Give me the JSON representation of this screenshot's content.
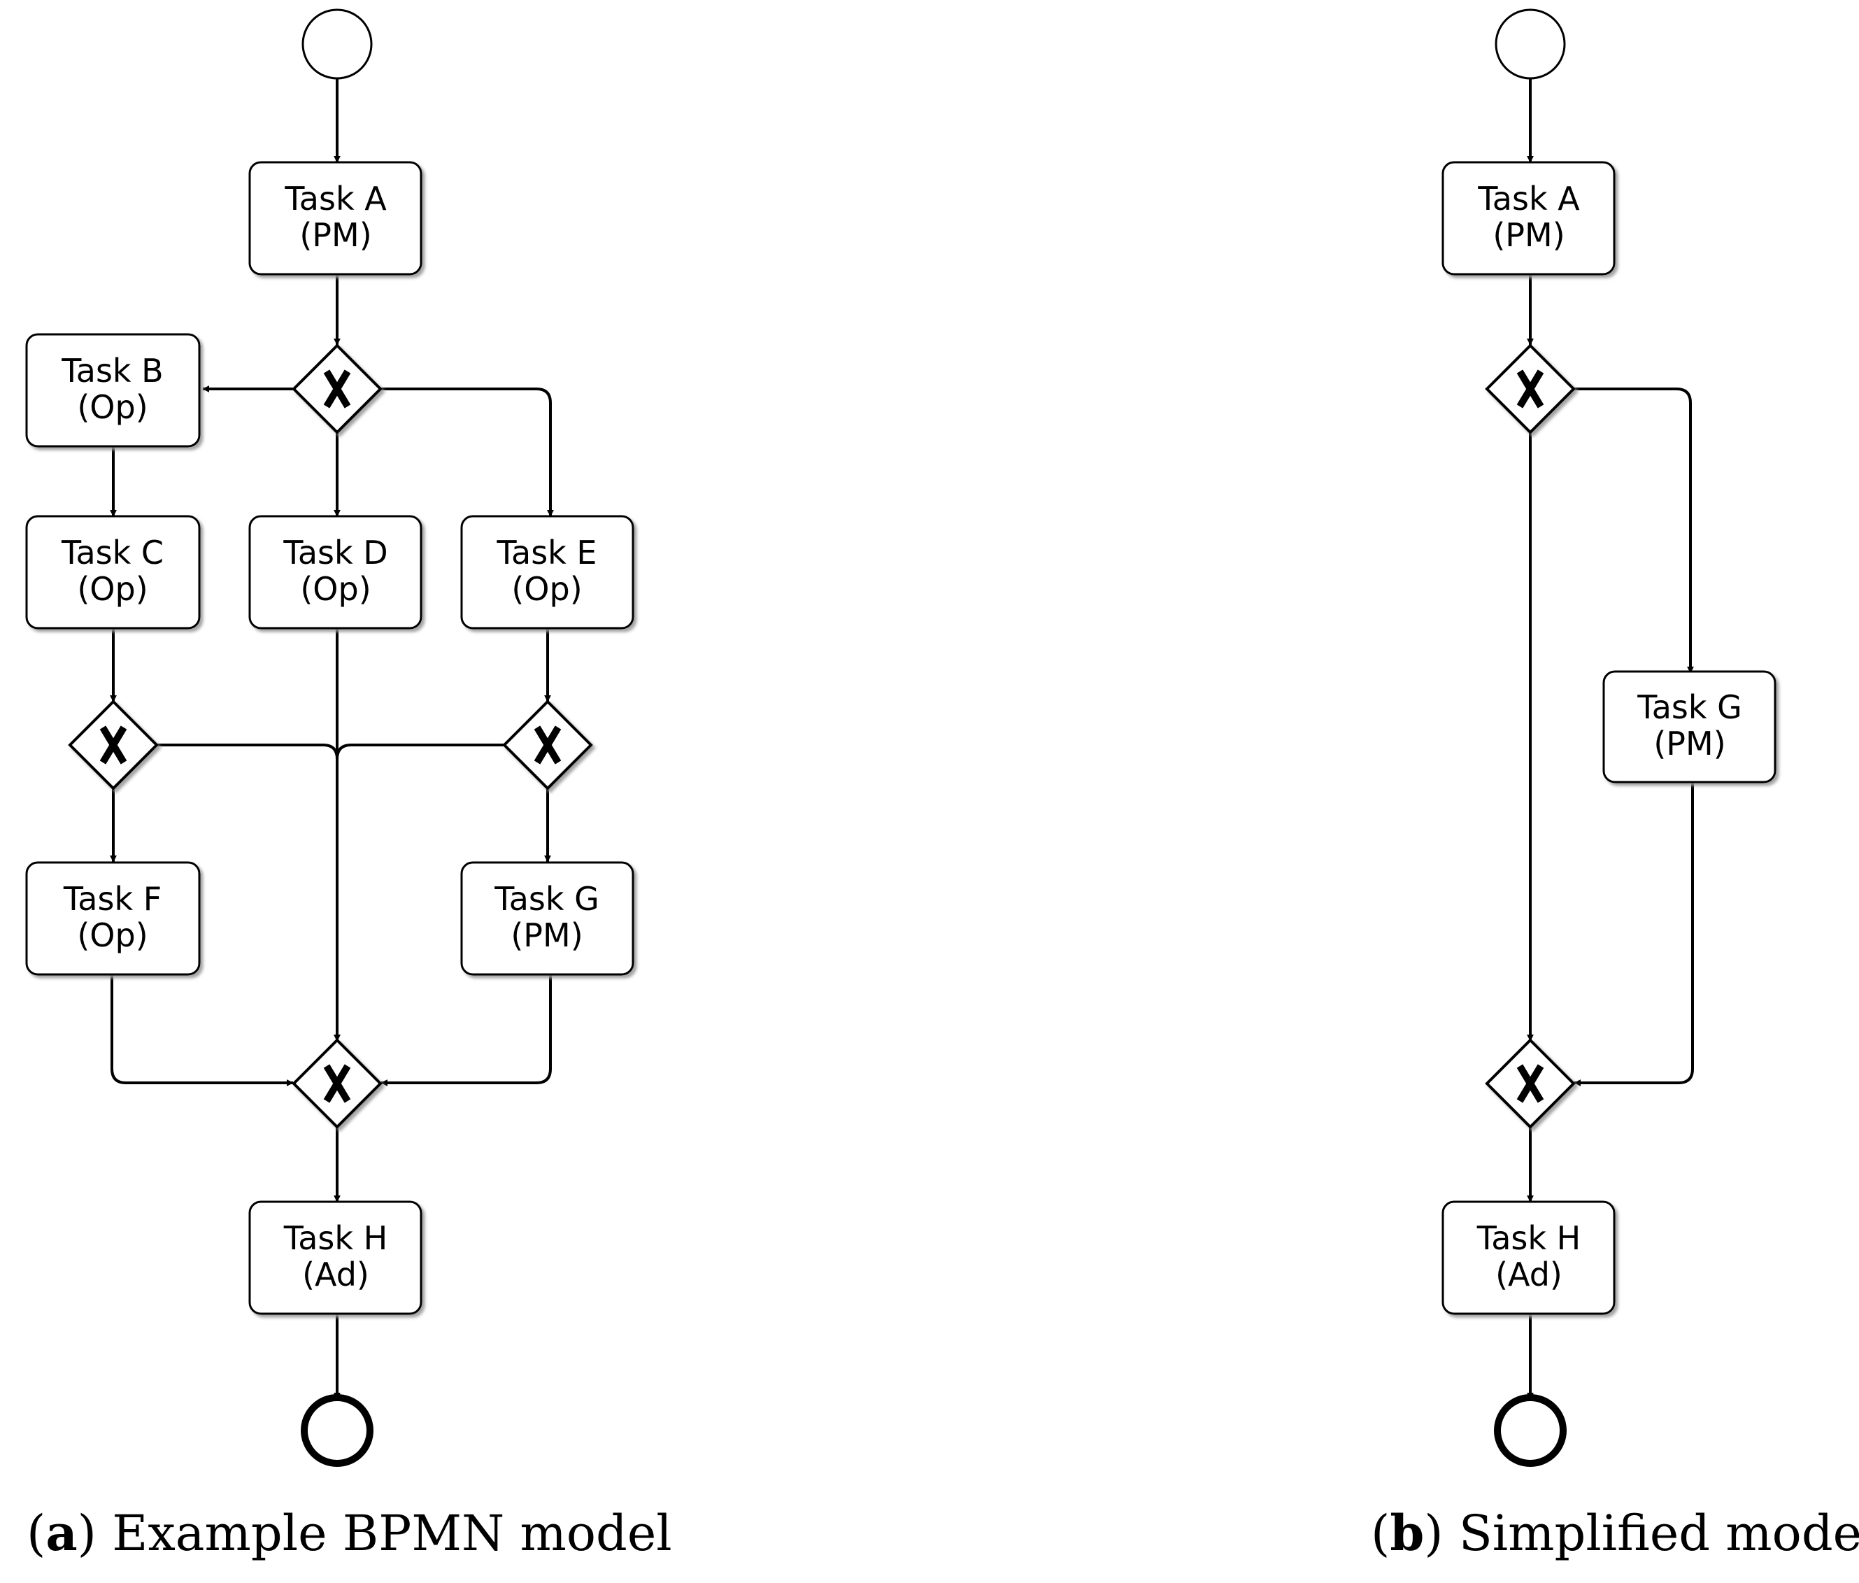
{
  "diagram_a": {
    "tasks": {
      "A": {
        "name": "Task A",
        "role": "(PM)"
      },
      "B": {
        "name": "Task B",
        "role": "(Op)"
      },
      "C": {
        "name": "Task C",
        "role": "(Op)"
      },
      "D": {
        "name": "Task D",
        "role": "(Op)"
      },
      "E": {
        "name": "Task E",
        "role": "(Op)"
      },
      "F": {
        "name": "Task F",
        "role": "(Op)"
      },
      "G": {
        "name": "Task G",
        "role": "(PM)"
      },
      "H": {
        "name": "Task H",
        "role": "(Ad)"
      }
    }
  },
  "diagram_b": {
    "tasks": {
      "A": {
        "name": "Task A",
        "role": "(PM)"
      },
      "G": {
        "name": "Task G",
        "role": "(PM)"
      },
      "H": {
        "name": "Task H",
        "role": "(Ad)"
      }
    }
  },
  "captions": {
    "a": {
      "letter": "a",
      "text": "Example BPMN model"
    },
    "b": {
      "letter": "b",
      "text": "Simplified model"
    }
  },
  "colors": {
    "stroke": "#000000",
    "fill": "#ffffff",
    "shadow": "#9a9a9a"
  }
}
